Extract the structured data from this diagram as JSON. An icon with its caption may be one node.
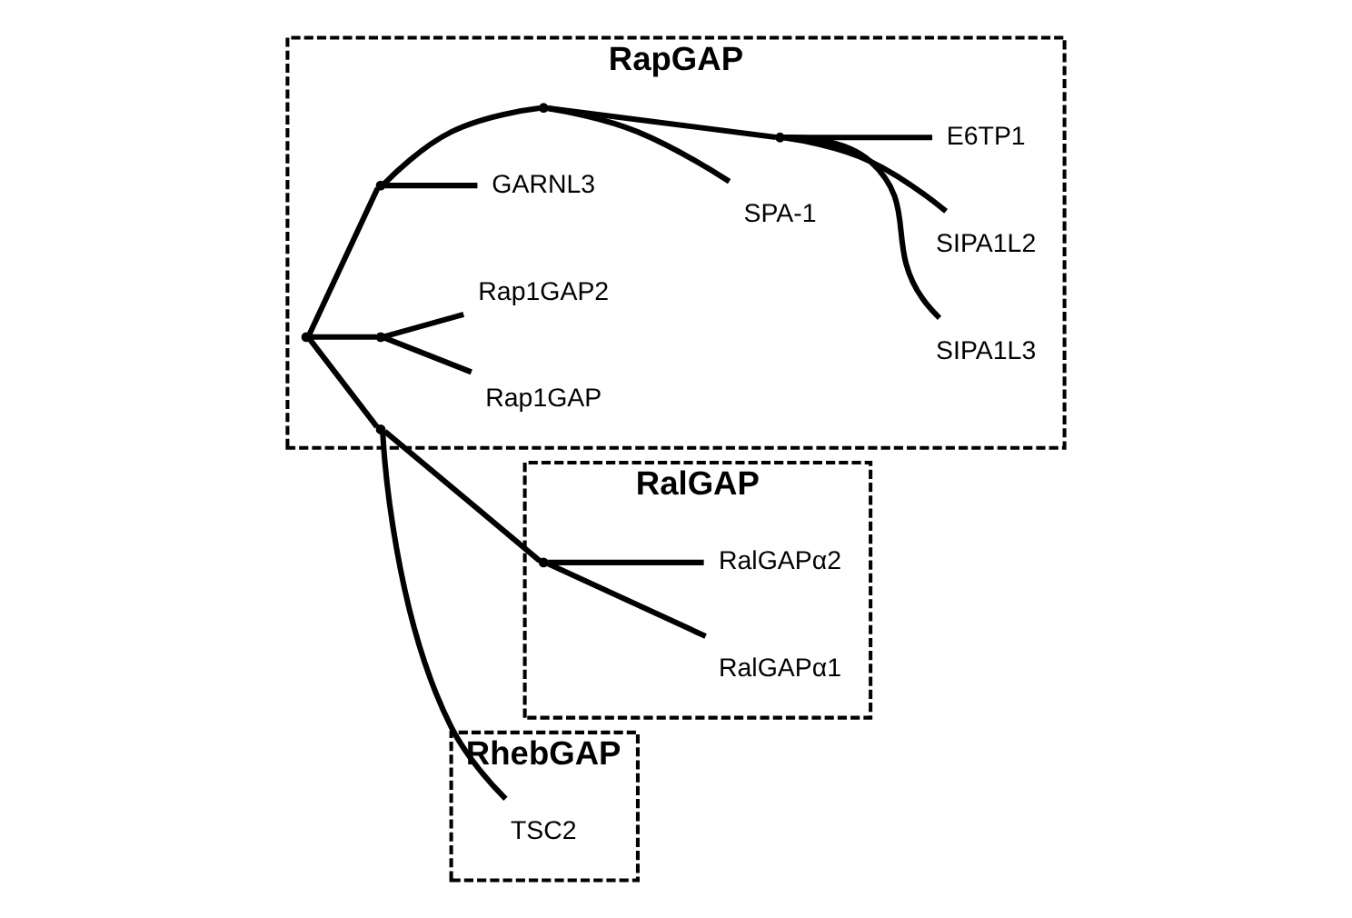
{
  "diagram": {
    "nodes": [
      {
        "text": [
          "RapGAP"
        ]
      },
      {
        "text": [
          "Rap1GAP"
        ],
        "in": 0
      },
      {
        "text": [
          "Rap1GAP2"
        ],
        "in": 0
      },
      {
        "text": [
          "SIPA1L3"
        ],
        "in": 0
      },
      {
        "text": [
          "SIPA1L2"
        ],
        "in": 0
      },
      {
        "text": [
          "E6TP1"
        ],
        "in": 0
      },
      {
        "text": [
          "SPA-1"
        ],
        "in": 0
      },
      {
        "text": [
          "GARNL3"
        ],
        "in": 0
      },
      {
        "text": [
          "RalGAP"
        ]
      },
      {
        "text": [
          "RalGAPα1"
        ],
        "in": 8
      },
      {
        "text": [
          "RalGAPα2"
        ],
        "in": 8
      },
      {
        "text": [
          "RhebGAP"
        ]
      },
      {
        "text": [
          "TSC2"
        ],
        "in": 11
      },
      {
        "text": [],
        "shape": "point",
        "in": 0
      },
      {
        "text": [],
        "shape": "point",
        "in": 0
      },
      {
        "text": [],
        "shape": "point",
        "in": 0
      },
      {
        "text": [],
        "shape": "point",
        "in": 0
      },
      {
        "text": [],
        "shape": "point",
        "in": 0
      },
      {
        "text": [],
        "shape": "point",
        "in": 0
      },
      {
        "text": [],
        "shape": "point",
        "in": 8
      }
    ],
    "edges": [
      {
        "from": 13,
        "to": 1,
        "arrow": "none"
      },
      {
        "from": 13,
        "to": 2,
        "arrow": "none"
      },
      {
        "from": 17,
        "to": 13,
        "arrow": "none"
      },
      {
        "from": 14,
        "to": 3,
        "arrow": "none"
      },
      {
        "from": 14,
        "to": 4,
        "arrow": "none"
      },
      {
        "from": 14,
        "to": 5,
        "arrow": "none"
      },
      {
        "from": 15,
        "to": 14,
        "arrow": "none"
      },
      {
        "from": 15,
        "to": 6,
        "arrow": "none"
      },
      {
        "from": 16,
        "to": 15,
        "arrow": "none"
      },
      {
        "from": 16,
        "to": 7,
        "arrow": "none"
      },
      {
        "from": 17,
        "to": 16,
        "arrow": "none"
      },
      {
        "from": 17,
        "to": 18,
        "arrow": "none"
      },
      {
        "from": 18,
        "to": 19,
        "arrow": "none"
      },
      {
        "from": 19,
        "to": 9,
        "arrow": "none"
      },
      {
        "from": 19,
        "to": 10,
        "arrow": "none"
      },
      {
        "from": 18,
        "to": 12,
        "arrow": "none"
      }
    ]
  }
}
